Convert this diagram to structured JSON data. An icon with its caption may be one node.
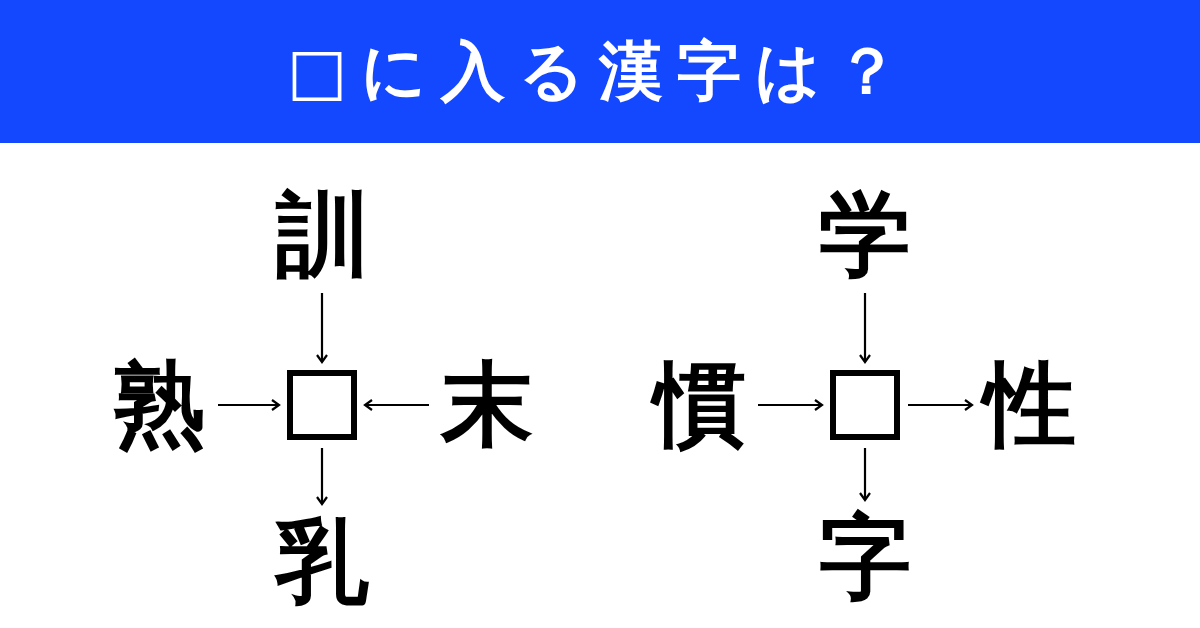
{
  "diagram": {
    "title": "□に入る漢字は？",
    "nodes": [
      {
        "text": [
          "訓"
        ]
      },
      {
        "text": [
          "熟"
        ]
      },
      {
        "text": [],
        "shape": "box"
      },
      {
        "text": [
          "末"
        ]
      },
      {
        "text": [
          "乳"
        ]
      },
      {
        "text": [
          "学"
        ]
      },
      {
        "text": [
          "慣"
        ]
      },
      {
        "text": [],
        "shape": "box"
      },
      {
        "text": [
          "性"
        ]
      },
      {
        "text": [
          "字"
        ]
      }
    ],
    "edges": [
      {
        "from": 0,
        "to": 2,
        "arrow": "to"
      },
      {
        "from": 1,
        "to": 2,
        "arrow": "to"
      },
      {
        "from": 3,
        "to": 2,
        "arrow": "to"
      },
      {
        "from": 2,
        "to": 4,
        "arrow": "to"
      },
      {
        "from": 5,
        "to": 7,
        "arrow": "to"
      },
      {
        "from": 6,
        "to": 7,
        "arrow": "to"
      },
      {
        "from": 7,
        "to": 8,
        "arrow": "to"
      },
      {
        "from": 7,
        "to": 9,
        "arrow": "to"
      }
    ]
  }
}
